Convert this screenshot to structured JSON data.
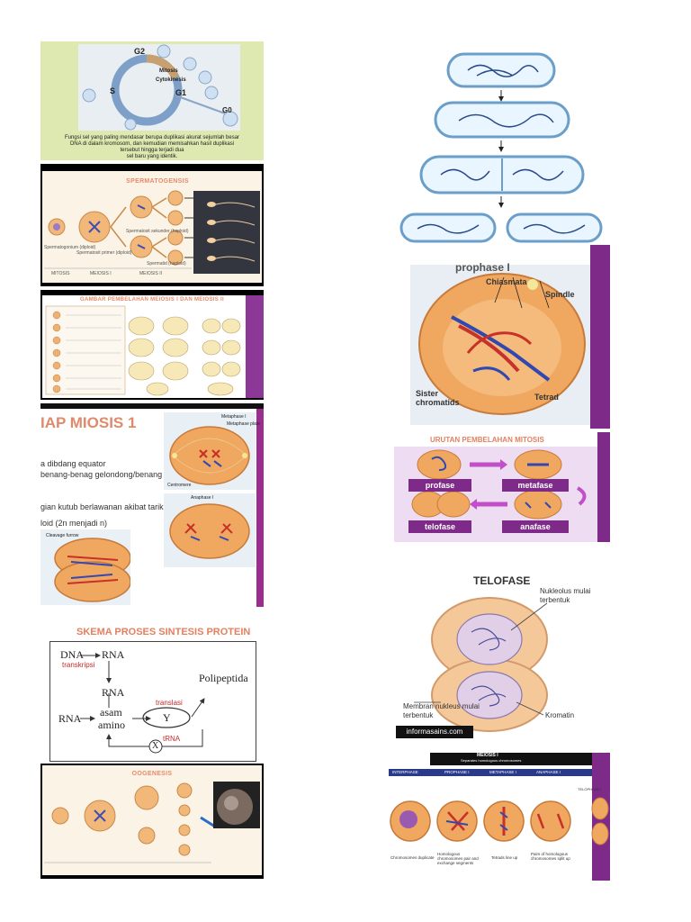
{
  "cell_cycle": {
    "labels": {
      "g2": "G2",
      "mitosis": "Mitosis",
      "cytokinesis": "Cytokinesis",
      "g1": "G1",
      "s": "S",
      "g0": "G0"
    },
    "caption": [
      "Fungsi sel yang paling mendasar berupa duplikasi akurat sejumlah besar",
      "DNA di dalam kromosom, dan kemudian memisahkan hasil duplikasi",
      "tersebut hingga terjadi dua",
      "sel baru yang identik."
    ]
  },
  "spermatogenesis": {
    "title": "SPERMATOGENSIS",
    "labels": [
      "Spermatogonium (diploid)",
      "Spermatosit primer (diploid)",
      "Spermatosit sekunder (haploid)",
      "Spermatid (haploid)"
    ],
    "stages": [
      "MITOSIS",
      "MEIOSIS I",
      "MEIOSIS II"
    ]
  },
  "meiosis_chart": {
    "title": "GAMBAR PEMBELAHAN MEIOSIS I DAN MEIOSIS II"
  },
  "meiosis1": {
    "title": "IAP MIOSIS 1",
    "lines": [
      "a dibdang equator",
      "benang-benag gelondong/benang spid",
      "gian kutub berlawanan akibat tarikan",
      "loid (2n menjadi n)"
    ],
    "labels": {
      "cleavage": "Cleavage furrow",
      "metaphase": "Metaphase I",
      "metaphase_plate": "Metaphase plate",
      "anaphase": "Anaphase I",
      "centromere": "Centromere"
    }
  },
  "protein": {
    "title": "SKEMA PROSES SINTESIS PROTEIN",
    "dna": "DNA",
    "rna_top": "RNA",
    "transkripsi": "transkripsi",
    "rna_mid": "RNA",
    "rna_left": "RNA",
    "asam": "asam",
    "amino": "amino",
    "y": "Y",
    "translasi": "translasi",
    "polipeptida": "Polipeptida",
    "x": "X",
    "trna": "tRNA"
  },
  "oogenesis": {
    "title": "OOGENESIS"
  },
  "prophase": {
    "title": "prophase I",
    "labels": [
      "Chiasmata",
      "Spindle",
      "Sister chromatids",
      "Tetrad"
    ]
  },
  "mitosis_order": {
    "title": "URUTAN PEMBELAHAN MITOSIS",
    "stages": [
      "profase",
      "metafase",
      "telofase",
      "anafase"
    ]
  },
  "telofase": {
    "title": "TELOFASE",
    "labels": [
      "Nukleolus mulai terbentuk",
      "Membran nukleus mulai terbentuk",
      "Kromatin"
    ],
    "source": "informasains.com"
  },
  "meiosis_strip": {
    "title": "MEIOSIS I",
    "subtitle": "Separates homologous chromosomes",
    "phases": [
      "INTERPHASE",
      "PROPHASE I",
      "METAPHASE I",
      "ANAPHASE I",
      "TELOPHASE I"
    ],
    "captions": [
      "Chromosomes duplicate",
      "Homologous chromosomes pair and exchange segments",
      "Tetrads line up",
      "Pairs of homologous chromosomes split up"
    ]
  },
  "colors": {
    "purple": "#7d2a88",
    "magenta": "#9b2d8f",
    "pink": "#e98a6a",
    "egg": "#f0a860"
  }
}
